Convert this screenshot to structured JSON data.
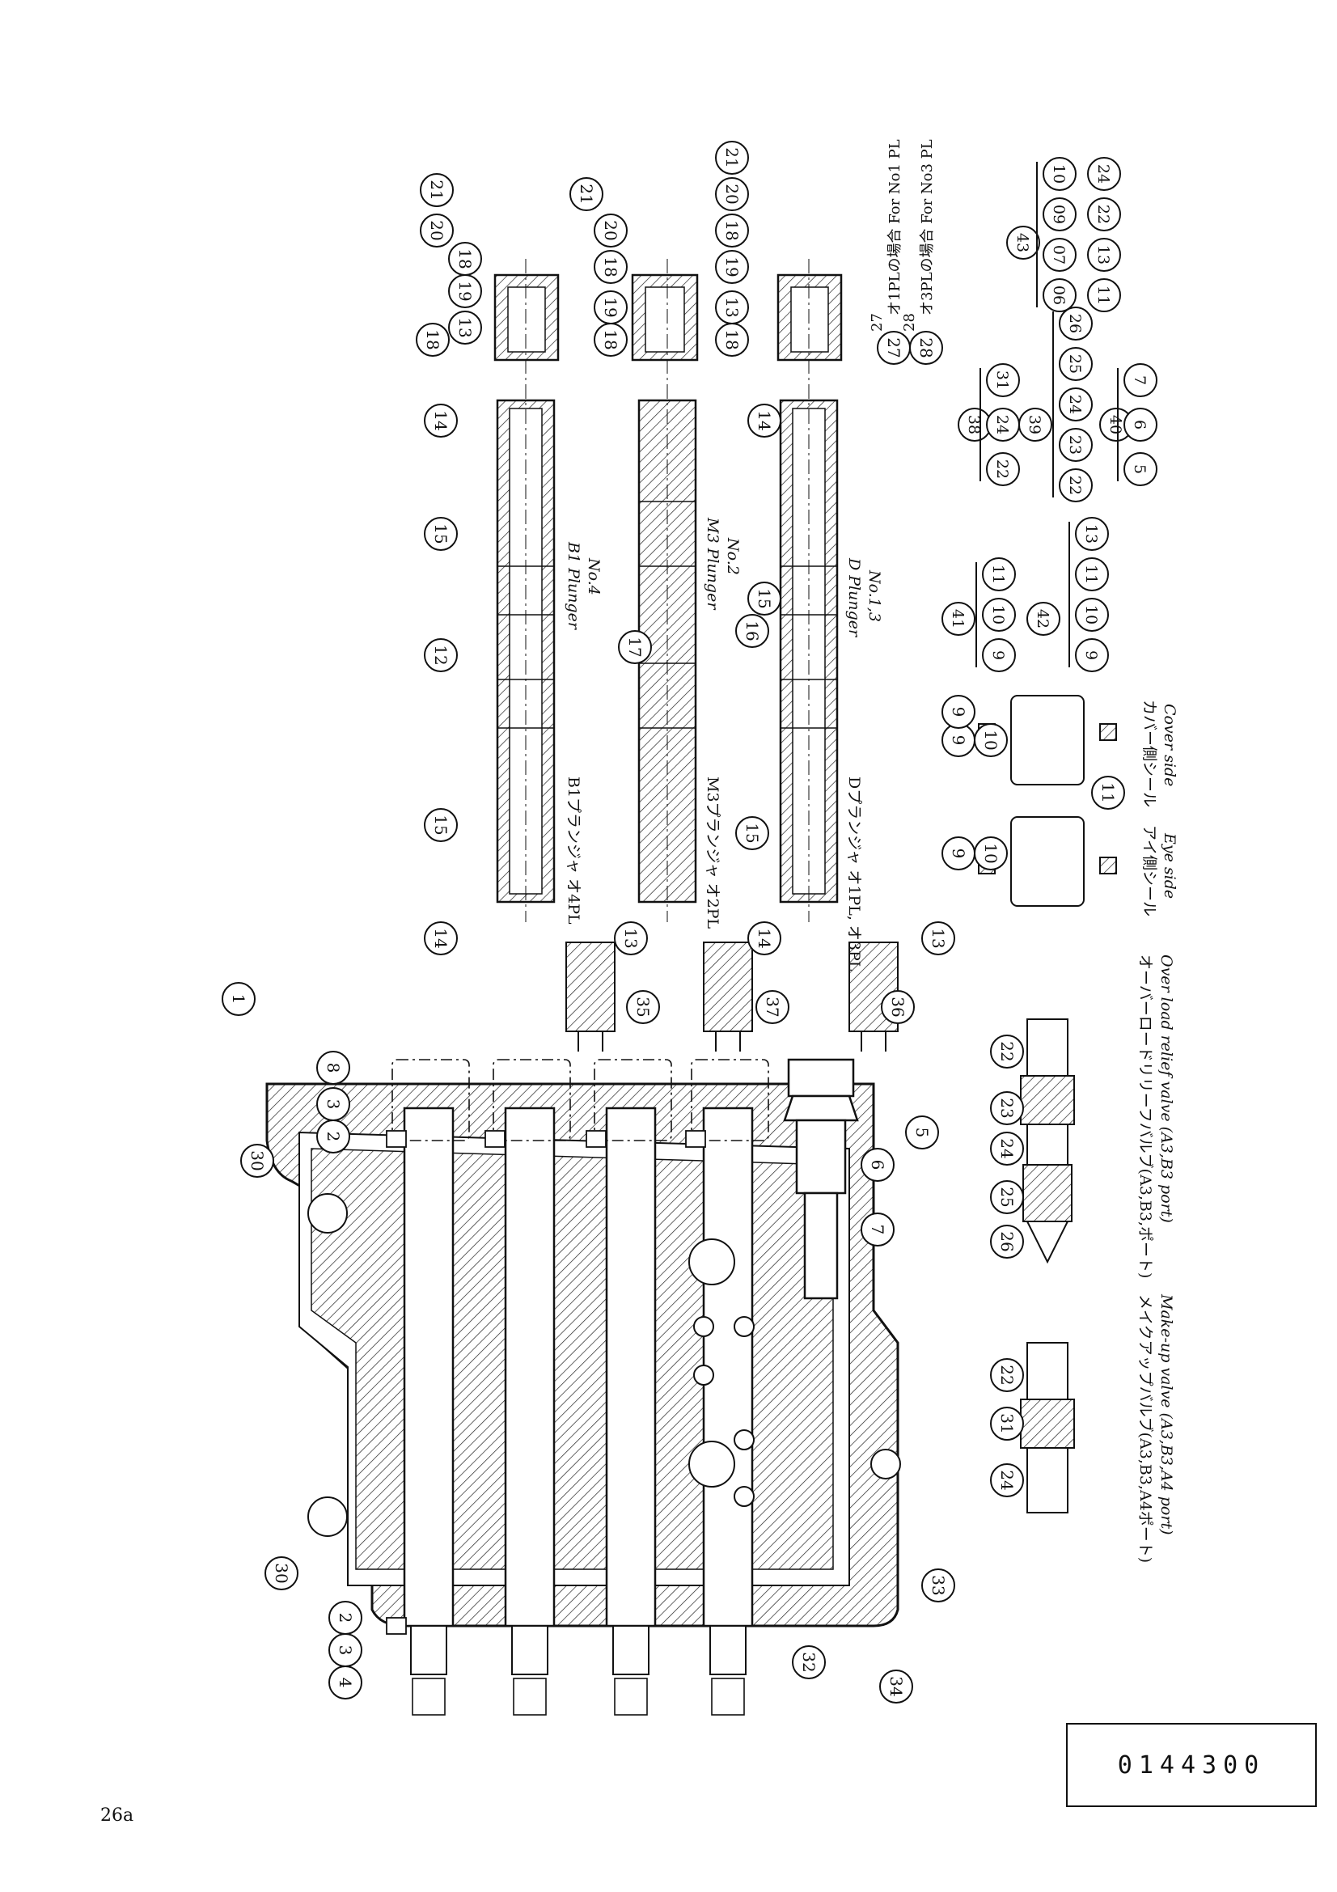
{
  "sheet": {
    "page_number": "26a",
    "drawing_code": "0144300"
  },
  "main_view": {
    "callouts": [
      "1",
      "30",
      "2",
      "3",
      "8",
      "30",
      "2",
      "3",
      "4",
      "5",
      "6",
      "7",
      "32",
      "33",
      "34"
    ]
  },
  "plungers": [
    {
      "jp": "B1プランジャ オ4PL",
      "en_1": "B1 Plunger",
      "en_2": "No.4",
      "callouts": [
        "14",
        "15",
        "12",
        "15",
        "14",
        "13",
        "35",
        "18",
        "13",
        "19",
        "18",
        "20",
        "21"
      ]
    },
    {
      "jp": "M3プランジャ オ2PL",
      "en_1": "M3 Plunger",
      "en_2": "No.2",
      "callouts": [
        "17",
        "37",
        "18",
        "19",
        "18",
        "20",
        "21"
      ]
    },
    {
      "jp": "Dプランジャ オ1PL, オ3PL",
      "en_1": "D Plunger",
      "en_2": "No.1,3",
      "callouts": [
        "14",
        "15",
        "16",
        "15",
        "14",
        "13",
        "36",
        "18",
        "13",
        "19",
        "18",
        "20",
        "21"
      ]
    }
  ],
  "cap_notes": [
    {
      "num": "27",
      "text": "オ1PLの場合 For No1 PL"
    },
    {
      "num": "28",
      "text": "オ3PLの場合 For No3 PL"
    }
  ],
  "seals": {
    "eye_side_jp": "アイ側シール",
    "eye_side_en": "Eye side",
    "cover_side_jp": "カバー側シール",
    "cover_side_en": "Cover side",
    "callouts": [
      "9",
      "10",
      "9",
      "10",
      "9",
      "11"
    ]
  },
  "kits": [
    {
      "num": "41",
      "parts": [
        "9",
        "10",
        "11"
      ]
    },
    {
      "num": "42",
      "parts": [
        "9",
        "10",
        "11",
        "13"
      ]
    },
    {
      "num": "38",
      "parts": [
        "22",
        "24",
        "31"
      ]
    },
    {
      "num": "39",
      "parts": [
        "22",
        "23",
        "24",
        "25",
        "26"
      ]
    },
    {
      "num": "40",
      "parts": [
        "5",
        "6",
        "7"
      ]
    },
    {
      "num": "43",
      "parts": [
        "06",
        "07",
        "09",
        "10",
        "11",
        "13",
        "22",
        "24"
      ]
    }
  ],
  "overload_valve": {
    "jp": "オーバーロードリリーフバルブ(A3,B3,ポート)",
    "en": "Over load relief valve (A3,B3 port)",
    "callouts": [
      "22",
      "23",
      "24",
      "25",
      "26"
    ]
  },
  "makeup_valve": {
    "jp": "メイクアップバルブ(A3,B3,A4ポート)",
    "en": "Make-up valve (A3,B3,A4 port)",
    "callouts": [
      "22",
      "31",
      "24"
    ]
  }
}
